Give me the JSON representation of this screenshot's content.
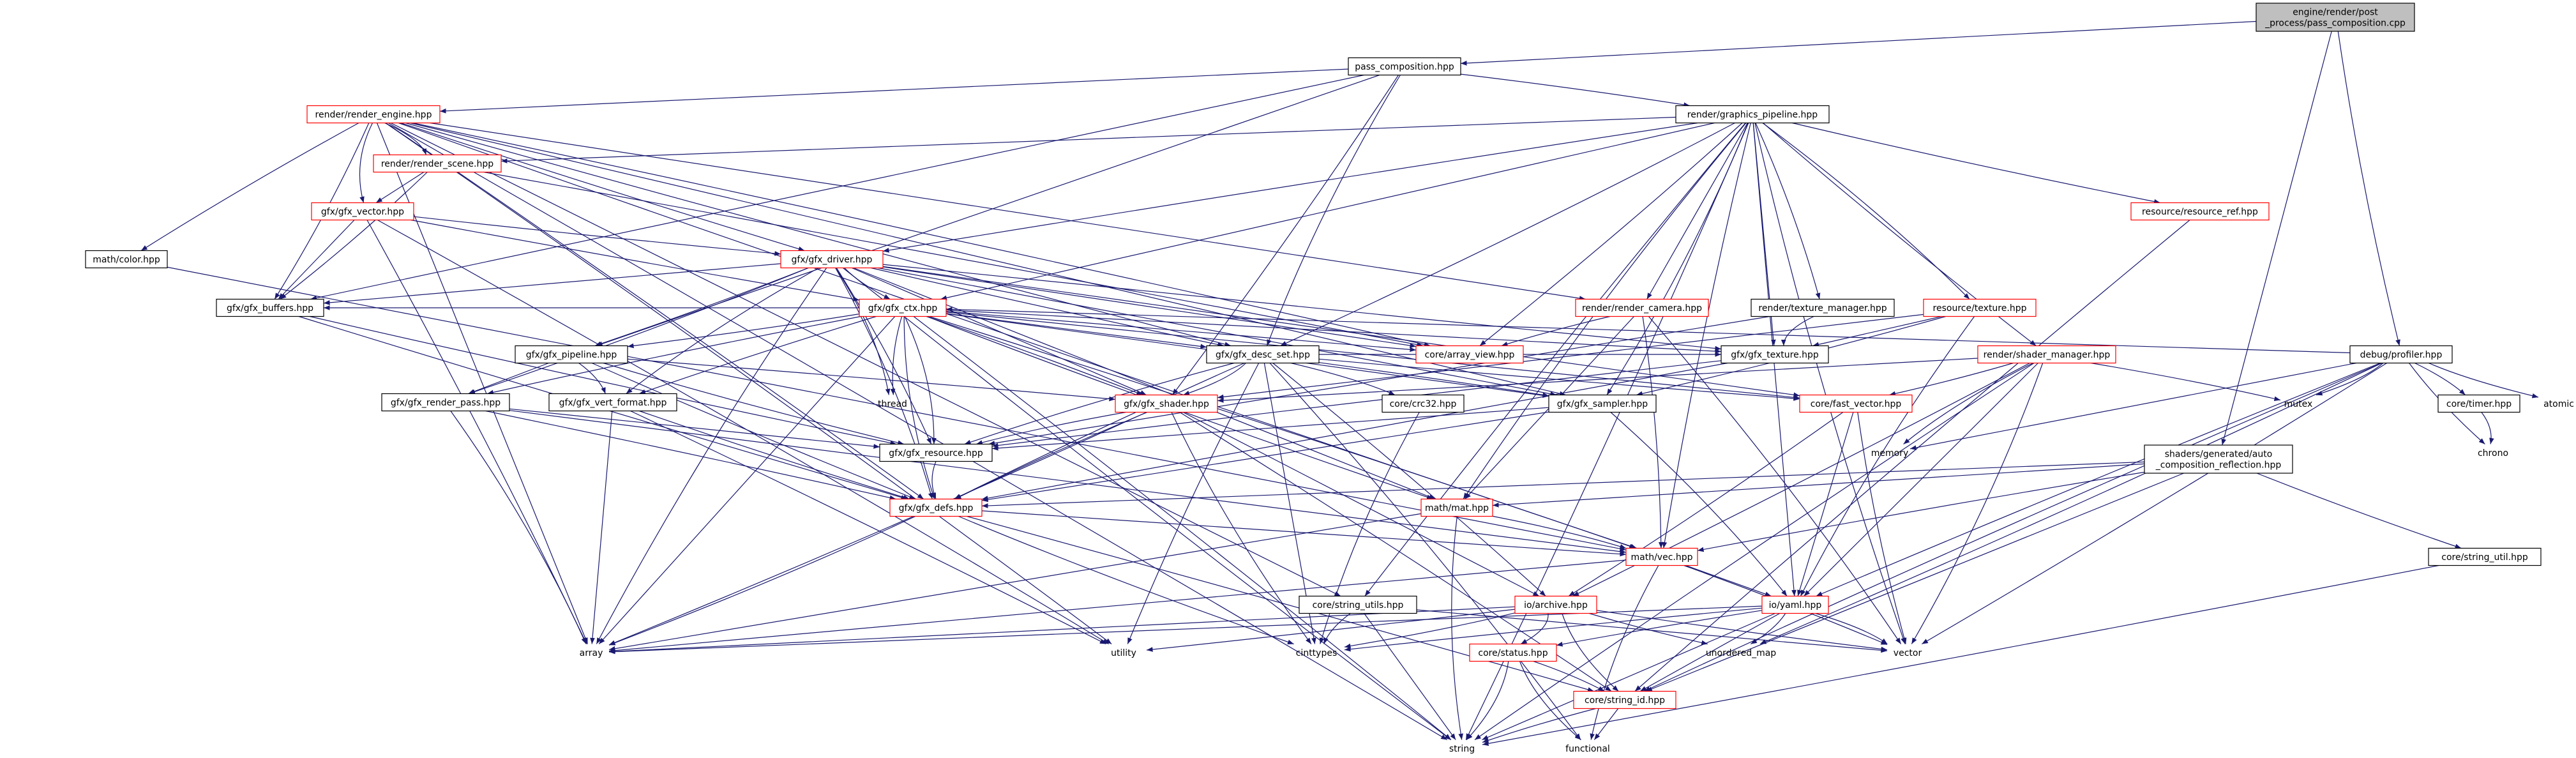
{
  "colors": {
    "edge": "#191970",
    "border_default": "#000000",
    "border_truncated": "#ff0000",
    "root_fill": "#bfbfbf",
    "node_fill": "#ffffff"
  },
  "nodes": [
    {
      "id": "root",
      "lines": [
        "engine/render/post",
        "_process/pass_composition.cpp"
      ],
      "style": "root"
    },
    {
      "id": "pass_composition",
      "lines": [
        "pass_composition.hpp"
      ],
      "style": "default"
    },
    {
      "id": "render_engine",
      "lines": [
        "render/render_engine.hpp"
      ],
      "style": "truncated"
    },
    {
      "id": "graphics_pipeline",
      "lines": [
        "render/graphics_pipeline.hpp"
      ],
      "style": "default"
    },
    {
      "id": "render_scene",
      "lines": [
        "render/render_scene.hpp"
      ],
      "style": "truncated"
    },
    {
      "id": "gfx_vector",
      "lines": [
        "gfx/gfx_vector.hpp"
      ],
      "style": "truncated"
    },
    {
      "id": "math_color",
      "lines": [
        "math/color.hpp"
      ],
      "style": "default"
    },
    {
      "id": "gfx_driver",
      "lines": [
        "gfx/gfx_driver.hpp"
      ],
      "style": "truncated"
    },
    {
      "id": "gfx_ctx",
      "lines": [
        "gfx/gfx_ctx.hpp"
      ],
      "style": "truncated"
    },
    {
      "id": "gfx_buffers",
      "lines": [
        "gfx/gfx_buffers.hpp"
      ],
      "style": "default"
    },
    {
      "id": "gfx_pipeline",
      "lines": [
        "gfx/gfx_pipeline.hpp"
      ],
      "style": "default"
    },
    {
      "id": "gfx_render_pass",
      "lines": [
        "gfx/gfx_render_pass.hpp"
      ],
      "style": "default"
    },
    {
      "id": "gfx_vert_format",
      "lines": [
        "gfx/gfx_vert_format.hpp"
      ],
      "style": "default"
    },
    {
      "id": "gfx_desc_set",
      "lines": [
        "gfx/gfx_desc_set.hpp"
      ],
      "style": "default"
    },
    {
      "id": "gfx_shader",
      "lines": [
        "gfx/gfx_shader.hpp"
      ],
      "style": "truncated"
    },
    {
      "id": "gfx_resource",
      "lines": [
        "gfx/gfx_resource.hpp"
      ],
      "style": "default"
    },
    {
      "id": "gfx_defs",
      "lines": [
        "gfx/gfx_defs.hpp"
      ],
      "style": "truncated"
    },
    {
      "id": "render_camera",
      "lines": [
        "render/render_camera.hpp"
      ],
      "style": "truncated"
    },
    {
      "id": "core_array_view",
      "lines": [
        "core/array_view.hpp"
      ],
      "style": "truncated"
    },
    {
      "id": "texture_manager",
      "lines": [
        "render/texture_manager.hpp"
      ],
      "style": "default"
    },
    {
      "id": "resource_texture",
      "lines": [
        "resource/texture.hpp"
      ],
      "style": "truncated"
    },
    {
      "id": "resource_ref",
      "lines": [
        "resource/resource_ref.hpp"
      ],
      "style": "truncated"
    },
    {
      "id": "gfx_texture",
      "lines": [
        "gfx/gfx_texture.hpp"
      ],
      "style": "default"
    },
    {
      "id": "shader_manager",
      "lines": [
        "render/shader_manager.hpp"
      ],
      "style": "truncated"
    },
    {
      "id": "gfx_sampler",
      "lines": [
        "gfx/gfx_sampler.hpp"
      ],
      "style": "default"
    },
    {
      "id": "core_crc32",
      "lines": [
        "core/crc32.hpp"
      ],
      "style": "default"
    },
    {
      "id": "core_fast_vector",
      "lines": [
        "core/fast_vector.hpp"
      ],
      "style": "truncated"
    },
    {
      "id": "thread",
      "lines": [
        "thread"
      ],
      "style": "default"
    },
    {
      "id": "math_mat",
      "lines": [
        "math/mat.hpp"
      ],
      "style": "truncated"
    },
    {
      "id": "math_vec",
      "lines": [
        "math/vec.hpp"
      ],
      "style": "truncated"
    },
    {
      "id": "core_string_utils",
      "lines": [
        "core/string_utils.hpp"
      ],
      "style": "default"
    },
    {
      "id": "io_archive",
      "lines": [
        "io/archive.hpp"
      ],
      "style": "truncated"
    },
    {
      "id": "io_yaml",
      "lines": [
        "io/yaml.hpp"
      ],
      "style": "truncated"
    },
    {
      "id": "core_status",
      "lines": [
        "core/status.hpp"
      ],
      "style": "truncated"
    },
    {
      "id": "core_string_id",
      "lines": [
        "core/string_id.hpp"
      ],
      "style": "truncated"
    },
    {
      "id": "debug_profiler",
      "lines": [
        "debug/profiler.hpp"
      ],
      "style": "default"
    },
    {
      "id": "shaders_reflection",
      "lines": [
        "shaders/generated/auto",
        "_composition_reflection.hpp"
      ],
      "style": "default"
    },
    {
      "id": "core_timer",
      "lines": [
        "core/timer.hpp"
      ],
      "style": "default"
    },
    {
      "id": "core_string_util",
      "lines": [
        "core/string_util.hpp"
      ],
      "style": "default"
    },
    {
      "id": "mutex",
      "lines": [
        "mutex"
      ],
      "style": "default"
    },
    {
      "id": "atomic",
      "lines": [
        "atomic"
      ],
      "style": "default"
    },
    {
      "id": "chrono",
      "lines": [
        "chrono"
      ],
      "style": "default"
    },
    {
      "id": "memory",
      "lines": [
        "memory"
      ],
      "style": "default"
    },
    {
      "id": "array",
      "lines": [
        "array"
      ],
      "style": "default"
    },
    {
      "id": "utility",
      "lines": [
        "utility"
      ],
      "style": "default"
    },
    {
      "id": "cinttypes",
      "lines": [
        "cinttypes"
      ],
      "style": "default"
    },
    {
      "id": "unordered_map",
      "lines": [
        "unordered_map"
      ],
      "style": "default"
    },
    {
      "id": "vector",
      "lines": [
        "vector"
      ],
      "style": "default"
    },
    {
      "id": "string",
      "lines": [
        "string"
      ],
      "style": "default"
    },
    {
      "id": "functional",
      "lines": [
        "functional"
      ],
      "style": "default"
    }
  ],
  "edges": [
    [
      "root",
      "pass_composition"
    ],
    [
      "root",
      "debug_profiler"
    ],
    [
      "root",
      "shaders_reflection"
    ],
    [
      "pass_composition",
      "render_engine"
    ],
    [
      "pass_composition",
      "graphics_pipeline"
    ],
    [
      "pass_composition",
      "gfx_desc_set"
    ],
    [
      "pass_composition",
      "gfx_buffers"
    ],
    [
      "pass_composition",
      "gfx_pipeline"
    ],
    [
      "pass_composition",
      "gfx_shader"
    ],
    [
      "render_engine",
      "render_scene"
    ],
    [
      "render_engine",
      "gfx_vector"
    ],
    [
      "render_engine",
      "math_color"
    ],
    [
      "render_engine",
      "render_camera"
    ],
    [
      "render_engine",
      "gfx_buffers"
    ],
    [
      "render_engine",
      "core_array_view"
    ],
    [
      "render_engine",
      "gfx_desc_set"
    ],
    [
      "render_engine",
      "gfx_driver"
    ],
    [
      "render_engine",
      "array"
    ],
    [
      "render_engine",
      "string"
    ],
    [
      "render_engine",
      "utility"
    ],
    [
      "render_engine",
      "math_vec"
    ],
    [
      "render_engine",
      "gfx_sampler"
    ],
    [
      "render_engine",
      "core_string_utils"
    ],
    [
      "render_engine",
      "gfx_defs"
    ],
    [
      "graphics_pipeline",
      "render_scene"
    ],
    [
      "graphics_pipeline",
      "gfx_driver"
    ],
    [
      "graphics_pipeline",
      "gfx_ctx"
    ],
    [
      "graphics_pipeline",
      "render_camera"
    ],
    [
      "graphics_pipeline",
      "texture_manager"
    ],
    [
      "graphics_pipeline",
      "resource_texture"
    ],
    [
      "graphics_pipeline",
      "resource_ref"
    ],
    [
      "graphics_pipeline",
      "shader_manager"
    ],
    [
      "graphics_pipeline",
      "gfx_texture"
    ],
    [
      "graphics_pipeline",
      "core_array_view"
    ],
    [
      "graphics_pipeline",
      "gfx_desc_set"
    ],
    [
      "graphics_pipeline",
      "math_mat"
    ],
    [
      "graphics_pipeline",
      "math_vec"
    ],
    [
      "graphics_pipeline",
      "io_yaml"
    ],
    [
      "graphics_pipeline",
      "string"
    ],
    [
      "graphics_pipeline",
      "gfx_sampler"
    ],
    [
      "graphics_pipeline",
      "vector"
    ],
    [
      "graphics_pipeline",
      "core_string_utils"
    ],
    [
      "render_scene",
      "gfx_vector"
    ],
    [
      "render_scene",
      "gfx_buffers"
    ],
    [
      "render_scene",
      "core_array_view"
    ],
    [
      "gfx_vector",
      "gfx_driver"
    ],
    [
      "gfx_vector",
      "gfx_ctx"
    ],
    [
      "gfx_vector",
      "gfx_buffers"
    ],
    [
      "gfx_vector",
      "array"
    ],
    [
      "gfx_vector",
      "utility"
    ],
    [
      "math_color",
      "math_vec"
    ],
    [
      "gfx_driver",
      "gfx_ctx"
    ],
    [
      "gfx_driver",
      "gfx_buffers"
    ],
    [
      "gfx_driver",
      "gfx_pipeline"
    ],
    [
      "gfx_driver",
      "gfx_render_pass"
    ],
    [
      "gfx_driver",
      "gfx_vert_format"
    ],
    [
      "gfx_driver",
      "gfx_desc_set"
    ],
    [
      "gfx_driver",
      "gfx_shader"
    ],
    [
      "gfx_driver",
      "gfx_resource"
    ],
    [
      "gfx_driver",
      "gfx_defs"
    ],
    [
      "gfx_driver",
      "gfx_texture"
    ],
    [
      "gfx_driver",
      "gfx_sampler"
    ],
    [
      "gfx_driver",
      "core_array_view"
    ],
    [
      "gfx_driver",
      "core_fast_vector"
    ],
    [
      "gfx_driver",
      "thread"
    ],
    [
      "gfx_driver",
      "array"
    ],
    [
      "gfx_driver",
      "string"
    ],
    [
      "gfx_driver",
      "math_mat"
    ],
    [
      "gfx_ctx",
      "gfx_buffers"
    ],
    [
      "gfx_ctx",
      "gfx_pipeline"
    ],
    [
      "gfx_ctx",
      "gfx_render_pass"
    ],
    [
      "gfx_ctx",
      "gfx_vert_format"
    ],
    [
      "gfx_ctx",
      "gfx_desc_set"
    ],
    [
      "gfx_ctx",
      "gfx_shader"
    ],
    [
      "gfx_ctx",
      "gfx_resource"
    ],
    [
      "gfx_ctx",
      "gfx_defs"
    ],
    [
      "gfx_ctx",
      "gfx_texture"
    ],
    [
      "gfx_ctx",
      "gfx_sampler"
    ],
    [
      "gfx_ctx",
      "core_array_view"
    ],
    [
      "gfx_ctx",
      "math_vec"
    ],
    [
      "gfx_ctx",
      "math_mat"
    ],
    [
      "gfx_ctx",
      "thread"
    ],
    [
      "gfx_ctx",
      "array"
    ],
    [
      "gfx_ctx",
      "string"
    ],
    [
      "gfx_ctx",
      "core_fast_vector"
    ],
    [
      "gfx_buffers",
      "gfx_resource"
    ],
    [
      "gfx_buffers",
      "gfx_defs"
    ],
    [
      "gfx_pipeline",
      "gfx_render_pass"
    ],
    [
      "gfx_pipeline",
      "gfx_vert_format"
    ],
    [
      "gfx_pipeline",
      "gfx_shader"
    ],
    [
      "gfx_pipeline",
      "gfx_resource"
    ],
    [
      "gfx_pipeline",
      "gfx_defs"
    ],
    [
      "gfx_render_pass",
      "gfx_resource"
    ],
    [
      "gfx_render_pass",
      "gfx_defs"
    ],
    [
      "gfx_render_pass",
      "array"
    ],
    [
      "gfx_render_pass",
      "math_vec"
    ],
    [
      "gfx_vert_format",
      "gfx_defs"
    ],
    [
      "gfx_vert_format",
      "array"
    ],
    [
      "gfx_vert_format",
      "utility"
    ],
    [
      "gfx_desc_set",
      "gfx_shader"
    ],
    [
      "gfx_desc_set",
      "gfx_resource"
    ],
    [
      "gfx_desc_set",
      "gfx_defs"
    ],
    [
      "gfx_desc_set",
      "gfx_texture"
    ],
    [
      "gfx_desc_set",
      "gfx_sampler"
    ],
    [
      "gfx_desc_set",
      "core_crc32"
    ],
    [
      "gfx_desc_set",
      "core_fast_vector"
    ],
    [
      "gfx_desc_set",
      "utility"
    ],
    [
      "gfx_desc_set",
      "cinttypes"
    ],
    [
      "gfx_desc_set",
      "io_archive"
    ],
    [
      "gfx_desc_set",
      "functional"
    ],
    [
      "gfx_shader",
      "gfx_resource"
    ],
    [
      "gfx_shader",
      "gfx_defs"
    ],
    [
      "gfx_shader",
      "io_archive"
    ],
    [
      "gfx_shader",
      "core_string_id"
    ],
    [
      "gfx_shader",
      "array"
    ],
    [
      "gfx_shader",
      "cinttypes"
    ],
    [
      "gfx_resource",
      "gfx_defs"
    ],
    [
      "gfx_defs",
      "math_vec"
    ],
    [
      "gfx_defs",
      "core_string_id"
    ],
    [
      "gfx_defs",
      "array"
    ],
    [
      "gfx_defs",
      "cinttypes"
    ],
    [
      "render_camera",
      "core_array_view"
    ],
    [
      "render_camera",
      "math_mat"
    ],
    [
      "render_camera",
      "math_vec"
    ],
    [
      "render_camera",
      "vector"
    ],
    [
      "texture_manager",
      "gfx_texture"
    ],
    [
      "texture_manager",
      "gfx_resource"
    ],
    [
      "resource_texture",
      "gfx_texture"
    ],
    [
      "resource_texture",
      "gfx_shader"
    ],
    [
      "resource_texture",
      "gfx_sampler"
    ],
    [
      "resource_texture",
      "io_yaml"
    ],
    [
      "resource_ref",
      "core_string_id"
    ],
    [
      "shader_manager",
      "gfx_shader"
    ],
    [
      "shader_manager",
      "core_fast_vector"
    ],
    [
      "shader_manager",
      "mutex"
    ],
    [
      "shader_manager",
      "memory"
    ],
    [
      "shader_manager",
      "string"
    ],
    [
      "shader_manager",
      "io_yaml"
    ],
    [
      "shader_manager",
      "io_archive"
    ],
    [
      "shader_manager",
      "vector"
    ],
    [
      "gfx_texture",
      "gfx_resource"
    ],
    [
      "gfx_texture",
      "gfx_defs"
    ],
    [
      "gfx_sampler",
      "gfx_resource"
    ],
    [
      "gfx_sampler",
      "gfx_defs"
    ],
    [
      "gfx_sampler",
      "io_yaml"
    ],
    [
      "core_crc32",
      "cinttypes"
    ],
    [
      "core_fast_vector",
      "vector"
    ],
    [
      "core_fast_vector",
      "io_yaml"
    ],
    [
      "core_fast_vector",
      "io_archive"
    ],
    [
      "math_mat",
      "math_vec"
    ],
    [
      "math_mat",
      "string"
    ],
    [
      "math_mat",
      "array"
    ],
    [
      "math_vec",
      "io_yaml"
    ],
    [
      "math_vec",
      "vector"
    ],
    [
      "math_vec",
      "array"
    ],
    [
      "math_vec",
      "functional"
    ],
    [
      "core_string_utils",
      "cinttypes"
    ],
    [
      "core_string_utils",
      "string"
    ],
    [
      "core_string_utils",
      "vector"
    ],
    [
      "io_archive",
      "core_status"
    ],
    [
      "io_archive",
      "core_string_id"
    ],
    [
      "io_archive",
      "unordered_map"
    ],
    [
      "io_archive",
      "array"
    ],
    [
      "io_archive",
      "utility"
    ],
    [
      "io_archive",
      "cinttypes"
    ],
    [
      "io_archive",
      "vector"
    ],
    [
      "io_yaml",
      "core_status"
    ],
    [
      "io_yaml",
      "core_string_id"
    ],
    [
      "io_yaml",
      "unordered_map"
    ],
    [
      "io_yaml",
      "vector"
    ],
    [
      "io_yaml",
      "cinttypes"
    ],
    [
      "io_yaml",
      "array"
    ],
    [
      "io_yaml",
      "string"
    ],
    [
      "core_status",
      "core_string_id"
    ],
    [
      "core_status",
      "string"
    ],
    [
      "core_status",
      "functional"
    ],
    [
      "core_string_id",
      "string"
    ],
    [
      "core_string_id",
      "functional"
    ],
    [
      "debug_profiler",
      "core_timer"
    ],
    [
      "debug_profiler",
      "mutex"
    ],
    [
      "debug_profiler",
      "atomic"
    ],
    [
      "debug_profiler",
      "chrono"
    ],
    [
      "debug_profiler",
      "memory"
    ],
    [
      "debug_profiler",
      "vector"
    ],
    [
      "debug_profiler",
      "unordered_map"
    ],
    [
      "debug_profiler",
      "core_string_id"
    ],
    [
      "debug_profiler",
      "io_yaml"
    ],
    [
      "debug_profiler",
      "gfx_ctx"
    ],
    [
      "shaders_reflection",
      "gfx_defs"
    ],
    [
      "shaders_reflection",
      "math_mat"
    ],
    [
      "shaders_reflection",
      "math_vec"
    ],
    [
      "shaders_reflection",
      "core_string_util"
    ],
    [
      "shaders_reflection",
      "core_string_id"
    ],
    [
      "core_timer",
      "chrono"
    ],
    [
      "core_string_util",
      "string"
    ]
  ]
}
